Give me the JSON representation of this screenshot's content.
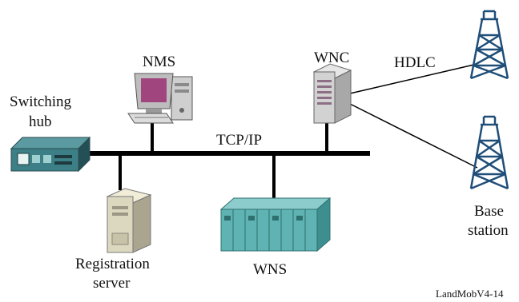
{
  "diagram": {
    "labels": {
      "nms": "NMS",
      "wnc": "WNC",
      "hdlc": "HDLC",
      "switching_hub_line1": "Switching",
      "switching_hub_line2": "hub",
      "tcpip": "TCP/IP",
      "base_station_line1": "Base",
      "base_station_line2": "station",
      "registration_line1": "Registration",
      "registration_line2": "server",
      "wns": "WNS",
      "figure_id": "LandMobV4-14"
    },
    "colors": {
      "line": "#000000",
      "tower": "#1f4e79",
      "monitor_screen": "#a0457e",
      "device_gray": "#cfcfcf",
      "wns_cyan": "#5fb3b3",
      "hub_teal": "#3d7f86"
    }
  }
}
